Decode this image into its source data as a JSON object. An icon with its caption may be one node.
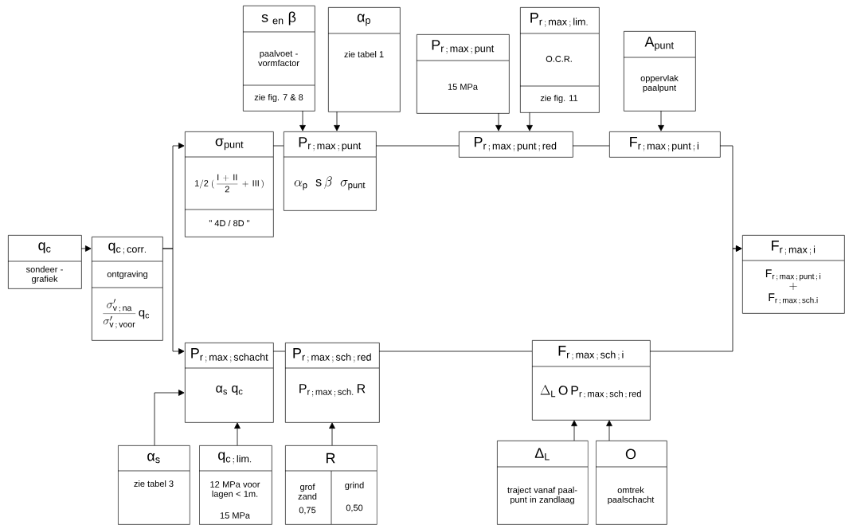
{
  "diagram": {
    "nodes": [
      {
        "text": [
          "q$_{c}$",
          "sondeer - grafiek"
        ]
      },
      {
        "text": [
          "\\mathrm{q}_{\\mathrm{c\\,;\\,corr.}}",
          "ontgraving",
          "\\frac{\\sigma'_{\\mathrm{v\\,;\\,na}}}{\\sigma'_{\\mathrm{v\\,;\\,voor}}}\\,\\mathrm{q}_{\\mathrm{c}}"
        ]
      },
      {
        "text": [
          "σ$_{punt}$",
          "\\mathrm{1/2\\;(\\,\\frac{I\\,+\\,II}{2}\\,+\\,III\\,)}",
          "\" 4D / 8D \""
        ]
      },
      {
        "text": [
          "\\mathrm{P}_{\\mathrm{r\\,;\\,max\\,;\\,punt}}",
          "\\alpha_{\\mathrm{p}}\\;\\;\\mathrm{s}\\,\\beta\\;\\;\\sigma_{\\mathrm{punt}}"
        ]
      },
      {
        "text": [
          "s $_{en}$ β",
          "paalvoet - vormfactor",
          "zie fig. 7 & 8"
        ]
      },
      {
        "text": [
          "α$_{p}$",
          "zie tabel 1"
        ]
      },
      {
        "text": [
          "\\mathrm{P}_{\\mathrm{r\\,;\\,max\\,;\\,punt}}",
          "15 MPa"
        ]
      },
      {
        "text": [
          "\\mathrm{P}_{\\mathrm{r\\,;\\,max\\,;\\,lim.}}",
          "O.C.R.",
          "zie fig. 11"
        ]
      },
      {
        "text": [
          "A$_{punt}$",
          "oppervlak paalpunt"
        ]
      },
      {
        "text": [
          "\\mathrm{P}_{\\mathrm{r\\,;\\,max\\,;\\,punt\\,;\\,red}}"
        ]
      },
      {
        "text": [
          "\\mathrm{F}_{\\mathrm{r\\,;\\,max\\,;\\,punt\\,;\\,i}}"
        ]
      },
      {
        "text": [
          "\\mathrm{F}_{\\mathrm{r\\,;\\,max\\,;\\,i}}",
          "\\begin{array}{c}\\mathrm{F}_{\\mathrm{r\\,;\\,max\\,;\\,punt\\,;\\,i}}\\\\+\\\\\\mathrm{F}_{\\mathrm{r\\,;\\,max\\,;\\,sch.i}}\\end{array}"
        ]
      },
      {
        "text": [
          "\\mathrm{P}_{\\mathrm{r\\,;\\,max\\,;\\,schacht}}",
          "α$_{s}$ q$_{c}$"
        ]
      },
      {
        "text": [
          "\\mathrm{P}_{\\mathrm{r\\,;\\,max\\,;\\,sch\\,;\\,red}}",
          "\\mathrm{P}_{\\mathrm{r\\,;\\,max\\,;\\,sch.}}\\,\\mathrm{R}"
        ]
      },
      {
        "text": [
          "\\mathrm{F}_{\\mathrm{r\\,;\\,max\\,;\\,sch\\,;\\,i}}",
          "\\Delta_{\\mathrm{L}}\\,\\mathrm{O}\\,\\mathrm{P}_{\\mathrm{r\\,;\\,max\\,;\\,sch\\,;\\,red}}"
        ]
      },
      {
        "text": [
          "α$_{s}$",
          "zie tabel 3"
        ]
      },
      {
        "text": [
          "\\mathrm{q}_{\\mathrm{c\\,;\\,lim.}}",
          "12 MPa voor lagen < 1m.",
          "15 MPa"
        ]
      },
      {
        "text": [
          "R",
          "grof zand",
          "0,75",
          "grind",
          "0,50"
        ]
      },
      {
        "text": [
          "Δ$_{L}$",
          "traject vanaf paal- punt in zandlaag"
        ]
      },
      {
        "text": [
          "O",
          "omtrek paalschacht"
        ]
      }
    ],
    "edges": [
      {
        "from": 0,
        "to": 1,
        "arrow": "to"
      },
      {
        "from": 1,
        "to": 2,
        "arrow": "to"
      },
      {
        "from": 1,
        "to": 12,
        "arrow": "to"
      },
      {
        "from": 2,
        "to": 3,
        "arrow": "none"
      },
      {
        "from": 3,
        "to": 9,
        "arrow": "none"
      },
      {
        "from": 9,
        "to": 10,
        "arrow": "none"
      },
      {
        "from": 10,
        "to": 11,
        "arrow": "to"
      },
      {
        "from": 4,
        "to": 3,
        "arrow": "to"
      },
      {
        "from": 5,
        "to": 3,
        "arrow": "to"
      },
      {
        "from": 6,
        "to": 9,
        "arrow": "to"
      },
      {
        "from": 7,
        "to": 9,
        "arrow": "to"
      },
      {
        "from": 8,
        "to": 10,
        "arrow": "to"
      },
      {
        "from": 12,
        "to": 13,
        "arrow": "none"
      },
      {
        "from": 13,
        "to": 14,
        "arrow": "none"
      },
      {
        "from": 14,
        "to": 11,
        "arrow": "to"
      },
      {
        "from": 15,
        "to": 12,
        "arrow": "to"
      },
      {
        "from": 16,
        "to": 12,
        "arrow": "to"
      },
      {
        "from": 17,
        "to": 13,
        "arrow": "to"
      },
      {
        "from": 18,
        "to": 14,
        "arrow": "to"
      },
      {
        "from": 19,
        "to": 14,
        "arrow": "to"
      }
    ]
  }
}
